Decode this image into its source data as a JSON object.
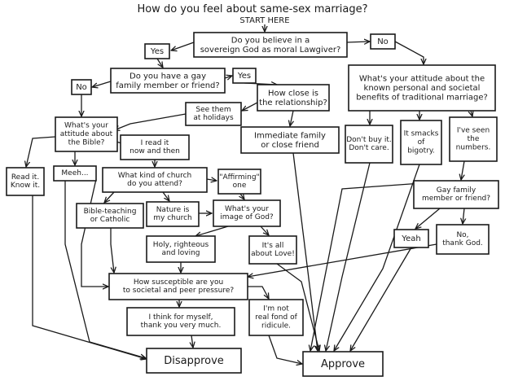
{
  "title": "How do you feel about same-sex marriage?",
  "start_label": "START HERE",
  "nodes": {
    "sovereign_god": "Do you believe in a sovereign God as moral Lawgiver?",
    "yes_1": "Yes",
    "no_1": "No",
    "attitude_traditional": "What's your attitude about the known personal and societal benefits of traditional marriage?",
    "gay_family": "Do you have a gay family member or friend?",
    "no_2": "No",
    "yes_2": "Yes",
    "how_close": "How close is the relationship?",
    "see_holidays": "See them at holidays",
    "immediate_family": "Immediate family or close friend",
    "attitude_bible": "What's your attitude about the Bible?",
    "read_now_then": "I read it now and then",
    "read_it_know_it": "Read it. Know it.",
    "meh": "Meeh...",
    "kind_of_church": "What kind of church do you attend?",
    "affirming": "\"Affirming\" one",
    "bible_teaching": "Bible-teaching or Catholic",
    "nature_church": "Nature is my church",
    "image_of_god": "What's your image of God?",
    "holy_righteous": "Holy, righteous and loving",
    "all_about_love": "It's all about Love!",
    "dont_buy_it": "Don't buy it. Don't care.",
    "smacks_bigotry": "It smacks of bigotry.",
    "seen_numbers": "I've seen the numbers.",
    "gay_family_2": "Gay family member or friend?",
    "yeah": "Yeah",
    "no_thank_god": "No, thank God.",
    "peer_pressure": "How susceptible are you to societal and peer pressure?",
    "think_myself": "I think for myself, thank you very much.",
    "not_fond": "I'm not real fond of ridicule.",
    "disapprove": "Disapprove",
    "approve": "Approve"
  }
}
